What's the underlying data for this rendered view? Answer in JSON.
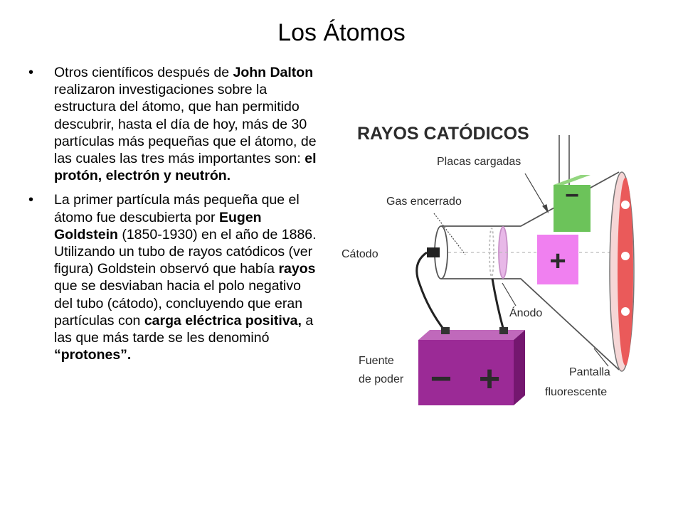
{
  "slide": {
    "title": "Los Átomos"
  },
  "bullets": [
    {
      "segments": [
        {
          "text": "Otros científicos después de ",
          "bold": false
        },
        {
          "text": "John Dalton",
          "bold": true
        },
        {
          "text": " realizaron investigaciones sobre la estructura del átomo, que han permitido descubrir, hasta el día de hoy, más de 30 partículas más pequeñas que el átomo, de las cuales las tres más importantes son: ",
          "bold": false
        },
        {
          "text": "el protón, electrón y neutrón.",
          "bold": true
        }
      ]
    },
    {
      "segments": [
        {
          "text": "La primer partícula más pequeña que el átomo fue descubierta por ",
          "bold": false
        },
        {
          "text": "Eugen Goldstein",
          "bold": true
        },
        {
          "text": " (1850-1930) en el año de 1886. Utilizando un tubo de rayos catódicos (ver figura) Goldstein observó que había ",
          "bold": false
        },
        {
          "text": "rayos",
          "bold": true
        },
        {
          "text": " que se desviaban hacia el polo negativo del tubo (cátodo), concluyendo que eran partículas con ",
          "bold": false
        },
        {
          "text": "carga eléctrica positiva,",
          "bold": true
        },
        {
          "text": " a las que más tarde se les denominó ",
          "bold": false
        },
        {
          "text": "“protones”.",
          "bold": true
        }
      ]
    }
  ],
  "figure": {
    "title": "RAYOS CATÓDICOS",
    "labels": {
      "plates": "Placas cargadas",
      "gas": "Gas encerrado",
      "cathode": "Cátodo",
      "anode": "Ánodo",
      "power_line1": "Fuente",
      "power_line2": "de poder",
      "screen_line1": "Pantalla",
      "screen_line2": "fluorescente"
    },
    "signs": {
      "plate_negative": "−",
      "plate_positive": "+",
      "battery_negative": "−",
      "battery_positive": "+"
    },
    "colors": {
      "plate_negative": "#6cc35a",
      "plate_positive": "#f080f0",
      "battery": "#9b2a96",
      "screen": "#ea5a5a",
      "screen_dots": "#ffffff"
    }
  }
}
